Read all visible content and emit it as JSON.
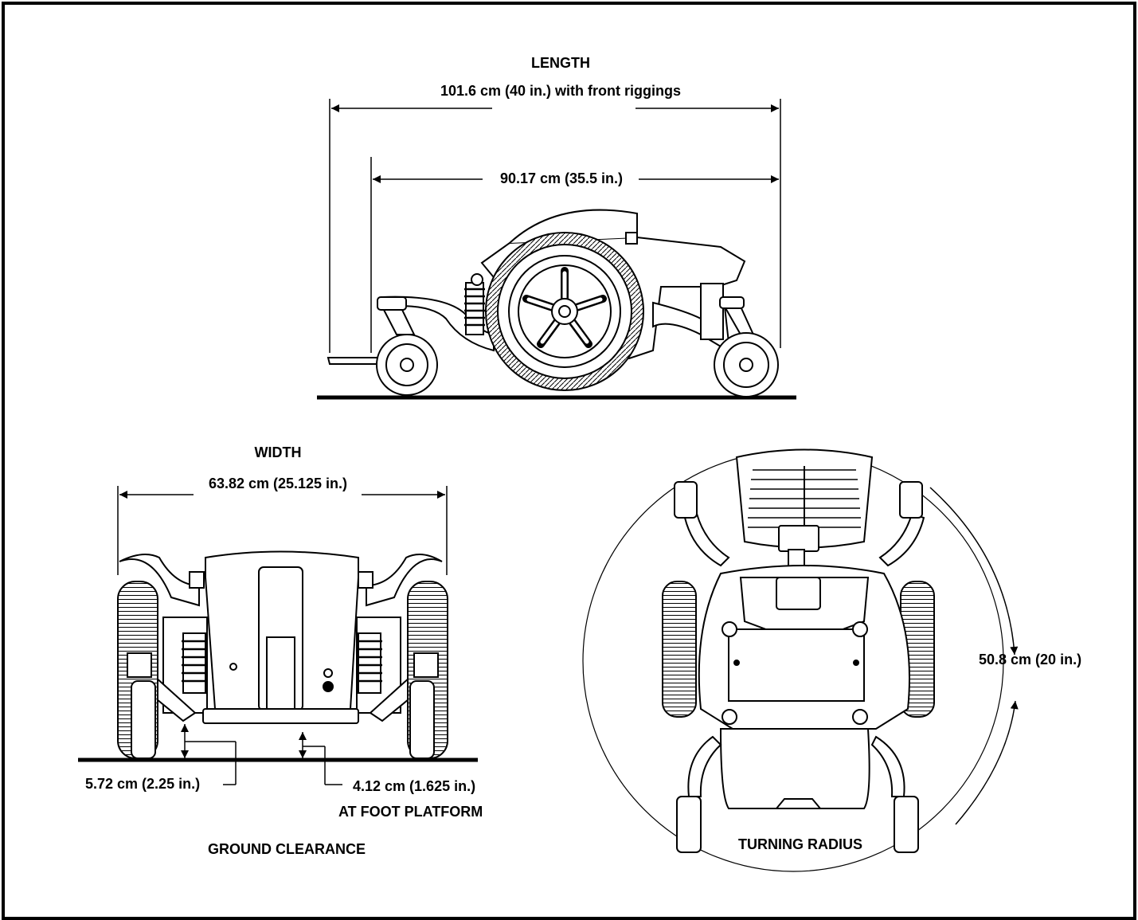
{
  "length": {
    "title": "LENGTH",
    "overall": "101.6 cm (40 in.) with front riggings",
    "base": "90.17 cm (35.5 in.)"
  },
  "width": {
    "title": "WIDTH",
    "value": "63.82 cm (25.125 in.)"
  },
  "ground_clearance": {
    "left_value": "5.72 cm (2.25 in.)",
    "right_value": "4.12 cm (1.625 in.)",
    "right_note": "AT FOOT PLATFORM",
    "title": "GROUND CLEARANCE"
  },
  "turning_radius": {
    "value": "50.8 cm (20 in.)",
    "title": "TURNING RADIUS"
  },
  "colors": {
    "line": "#000000",
    "fill": "#ffffff",
    "shade": "#e6e6e6"
  }
}
